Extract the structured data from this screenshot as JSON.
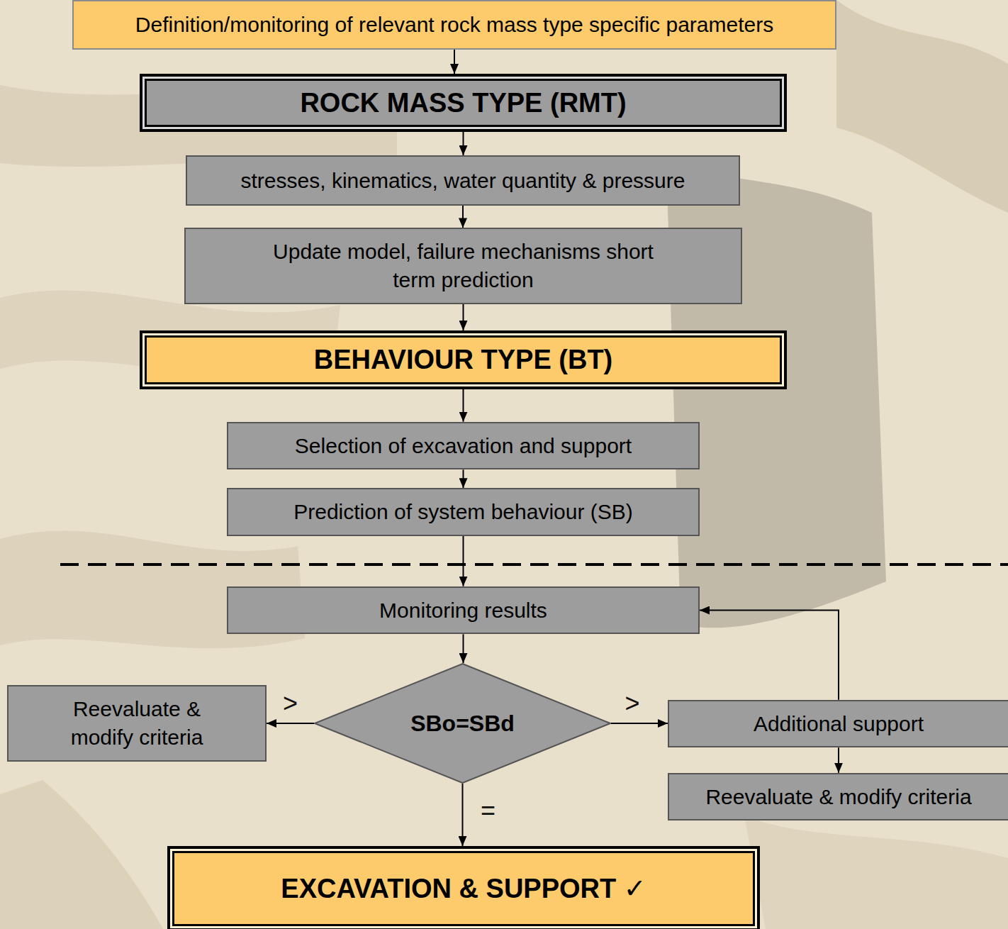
{
  "diagram": {
    "nodes": [
      {
        "text": [
          "Definition/monitoring of relevant rock mass type specific parameters"
        ]
      },
      {
        "text": [
          "ROCK MASS TYPE (RMT)"
        ]
      },
      {
        "text": [
          "stresses, kinematics, water quantity & pressure"
        ]
      },
      {
        "text": [
          "Update model, failure mechanisms short term prediction"
        ]
      },
      {
        "text": [
          "BEHAVIOUR TYPE (BT)"
        ]
      },
      {
        "text": [
          "Selection of excavation and support"
        ]
      },
      {
        "text": [
          "Prediction of system behaviour (SB)"
        ]
      },
      {
        "text": [
          "Monitoring results"
        ]
      },
      {
        "text": [
          "SBo=SBd"
        ]
      },
      {
        "text": [
          "Reevaluate & modify criteria"
        ]
      },
      {
        "text": [
          "Additional support"
        ]
      },
      {
        "text": [
          "Reevaluate & modify criteria"
        ]
      },
      {
        "text": [
          "EXCAVATION & SUPPORT ✓"
        ]
      }
    ],
    "edges": [
      {
        "from": 0,
        "to": 1,
        "arrow": "to"
      },
      {
        "from": 1,
        "to": 2,
        "arrow": "to"
      },
      {
        "from": 2,
        "to": 3,
        "arrow": "to"
      },
      {
        "from": 3,
        "to": 4,
        "arrow": "to"
      },
      {
        "from": 4,
        "to": 5,
        "arrow": "to"
      },
      {
        "from": 5,
        "to": 6,
        "arrow": "to"
      },
      {
        "from": 6,
        "to": 7,
        "arrow": "to"
      },
      {
        "from": 7,
        "to": 8,
        "arrow": "to"
      },
      {
        "from": 8,
        "to": 9,
        "label": ">",
        "arrow": "to"
      },
      {
        "from": 8,
        "to": 10,
        "label": ">",
        "arrow": "to"
      },
      {
        "from": 8,
        "to": 12,
        "label": "=",
        "arrow": "to"
      },
      {
        "from": 10,
        "to": 11,
        "arrow": "to"
      },
      {
        "from": 10,
        "to": 7,
        "arrow": "to"
      }
    ]
  }
}
